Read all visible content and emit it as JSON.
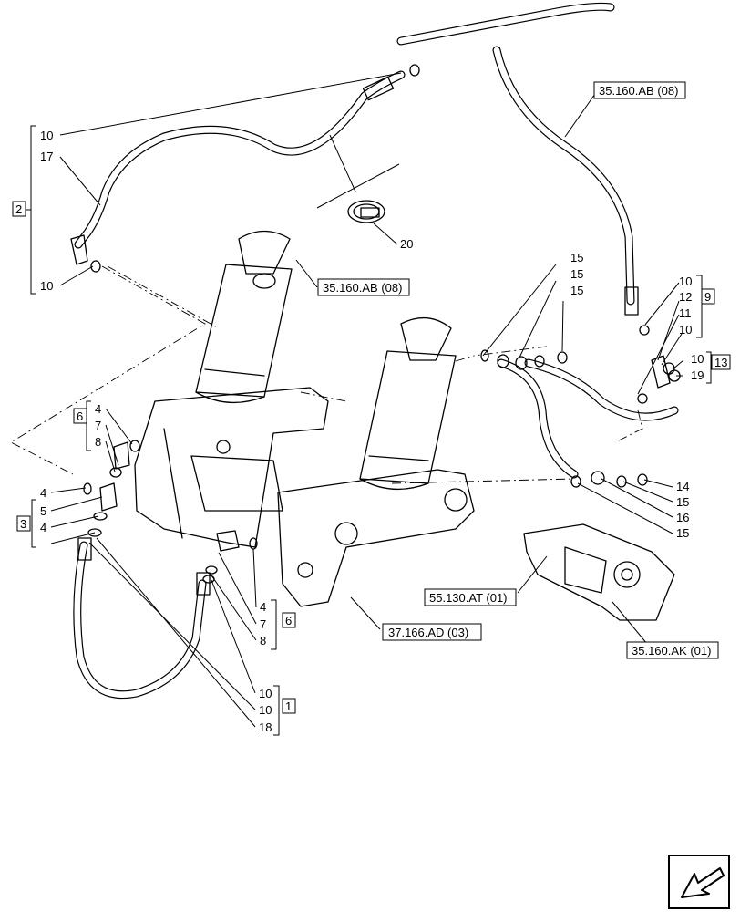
{
  "callouts": [
    {
      "id": "c-10-top",
      "text": "10"
    },
    {
      "id": "c-17",
      "text": "17"
    },
    {
      "id": "c-10-left",
      "text": "10"
    },
    {
      "id": "c-20",
      "text": "20"
    },
    {
      "id": "c-15-a",
      "text": "15"
    },
    {
      "id": "c-15-b",
      "text": "15"
    },
    {
      "id": "c-15-c",
      "text": "15"
    },
    {
      "id": "c-10-r1",
      "text": "10"
    },
    {
      "id": "c-12",
      "text": "12"
    },
    {
      "id": "c-11",
      "text": "11"
    },
    {
      "id": "c-10-r2",
      "text": "10"
    },
    {
      "id": "c-10-r3",
      "text": "10"
    },
    {
      "id": "c-19",
      "text": "19"
    },
    {
      "id": "c-14",
      "text": "14"
    },
    {
      "id": "c-15-d",
      "text": "15"
    },
    {
      "id": "c-16",
      "text": "16"
    },
    {
      "id": "c-15-e",
      "text": "15"
    },
    {
      "id": "c-4-a",
      "text": "4"
    },
    {
      "id": "c-7-a",
      "text": "7"
    },
    {
      "id": "c-8-a",
      "text": "8"
    },
    {
      "id": "c-4-b",
      "text": "4"
    },
    {
      "id": "c-5",
      "text": "5"
    },
    {
      "id": "c-4-c",
      "text": "4"
    },
    {
      "id": "c-4-d",
      "text": "4"
    },
    {
      "id": "c-7-b",
      "text": "7"
    },
    {
      "id": "c-8-b",
      "text": "8"
    },
    {
      "id": "c-10-b1",
      "text": "10"
    },
    {
      "id": "c-10-b2",
      "text": "10"
    },
    {
      "id": "c-18",
      "text": "18"
    }
  ],
  "groups": [
    {
      "id": "g-2",
      "text": "2"
    },
    {
      "id": "g-9",
      "text": "9"
    },
    {
      "id": "g-13",
      "text": "13"
    },
    {
      "id": "g-6-a",
      "text": "6"
    },
    {
      "id": "g-3",
      "text": "3"
    },
    {
      "id": "g-6-b",
      "text": "6"
    },
    {
      "id": "g-1",
      "text": "1"
    }
  ],
  "references": [
    {
      "id": "r-35160ab-top",
      "text": "35.160.AB (08)"
    },
    {
      "id": "r-35160ab-mid",
      "text": "35.160.AB (08)"
    },
    {
      "id": "r-55130at",
      "text": "55.130.AT (01)"
    },
    {
      "id": "r-37166ad",
      "text": "37.166.AD (03)"
    },
    {
      "id": "r-35160ak",
      "text": "35.160.AK (01)"
    }
  ],
  "icons": {
    "nav": "arrow-left-down-icon"
  }
}
